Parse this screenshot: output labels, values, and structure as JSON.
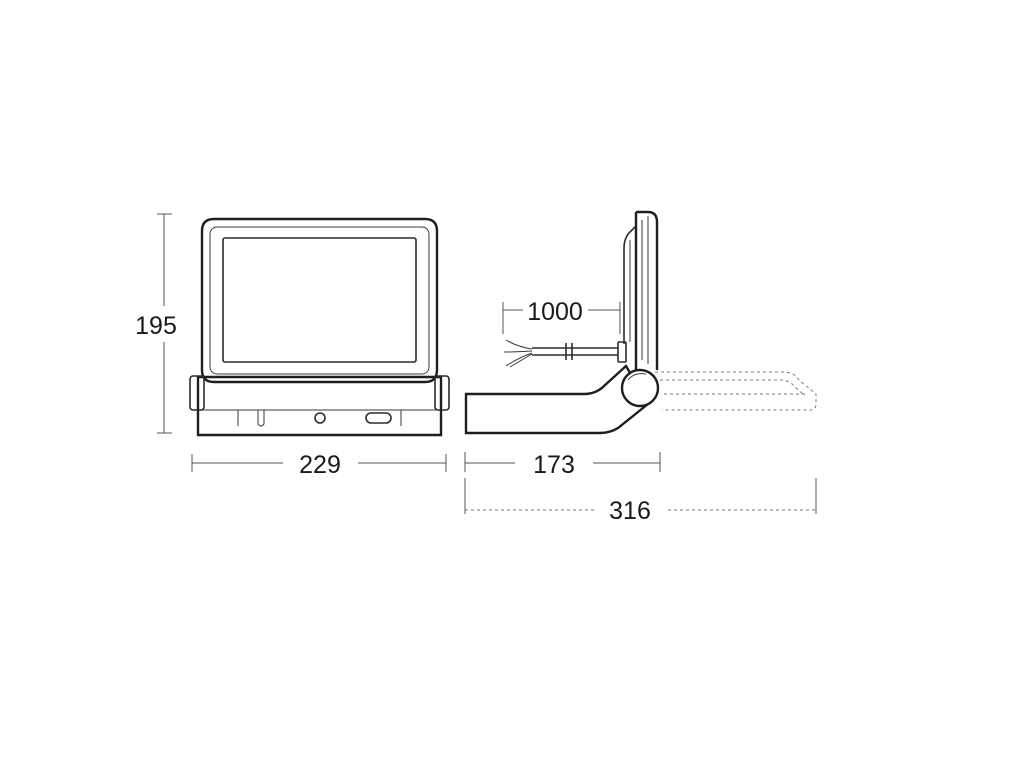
{
  "drawing": {
    "dimensions": {
      "front_height": "195",
      "front_width": "229",
      "side_depth": "173",
      "cable_length": "1000",
      "total_depth": "316"
    }
  },
  "colors": {
    "line": "#2b2b2b",
    "dimension": "#555555",
    "hidden_line": "#7a7a7a",
    "background": "#ffffff"
  }
}
